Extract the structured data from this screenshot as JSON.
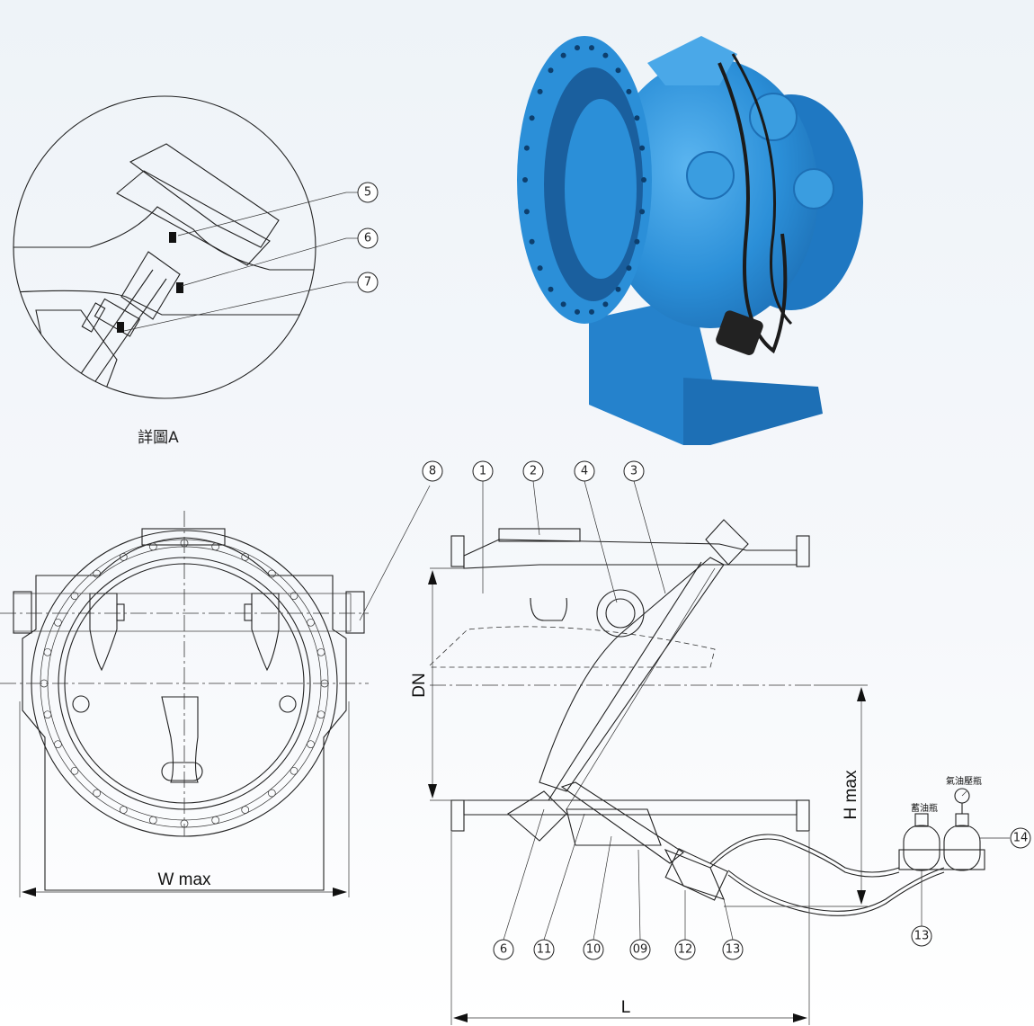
{
  "detail_caption": "詳圖A",
  "dimensions": {
    "width": "W max",
    "length": "L",
    "height": "H max",
    "diameter": "DN"
  },
  "component_labels": {
    "oil_tank": "蓄油瓶",
    "gas_oil_tank": "氣油壓瓶"
  },
  "callouts": {
    "detail": [
      "5",
      "6",
      "7"
    ],
    "top": [
      "8",
      "1",
      "2",
      "4",
      "3"
    ],
    "bottom": [
      "6",
      "11",
      "10",
      "09",
      "12",
      "13"
    ],
    "right": [
      "14",
      "13"
    ]
  },
  "colors": {
    "valve_blue": "#2b8fd8",
    "valve_shadow": "#1d6fb5",
    "line": "#222222"
  },
  "icons": [
    "gauge-icon"
  ]
}
